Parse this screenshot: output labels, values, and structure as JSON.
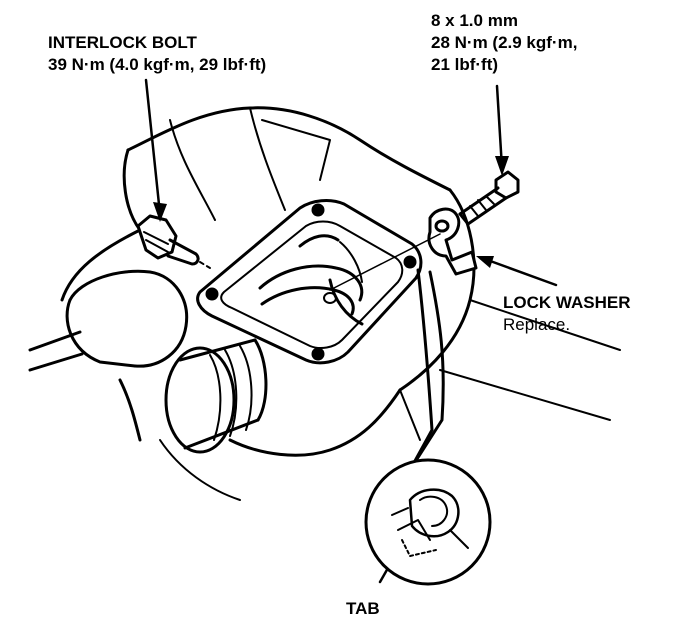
{
  "callouts": {
    "interlock_bolt": {
      "title": "INTERLOCK BOLT",
      "torque": "39 N·m (4.0 kgf·m, 29 lbf·ft)"
    },
    "bolt_spec": {
      "size": "8 x 1.0 mm",
      "torque_line1": "28 N·m (2.9 kgf·m,",
      "torque_line2": "21 lbf·ft)"
    },
    "lock_washer": {
      "title": "LOCK WASHER",
      "note": "Replace."
    },
    "tab": {
      "title": "TAB"
    }
  }
}
